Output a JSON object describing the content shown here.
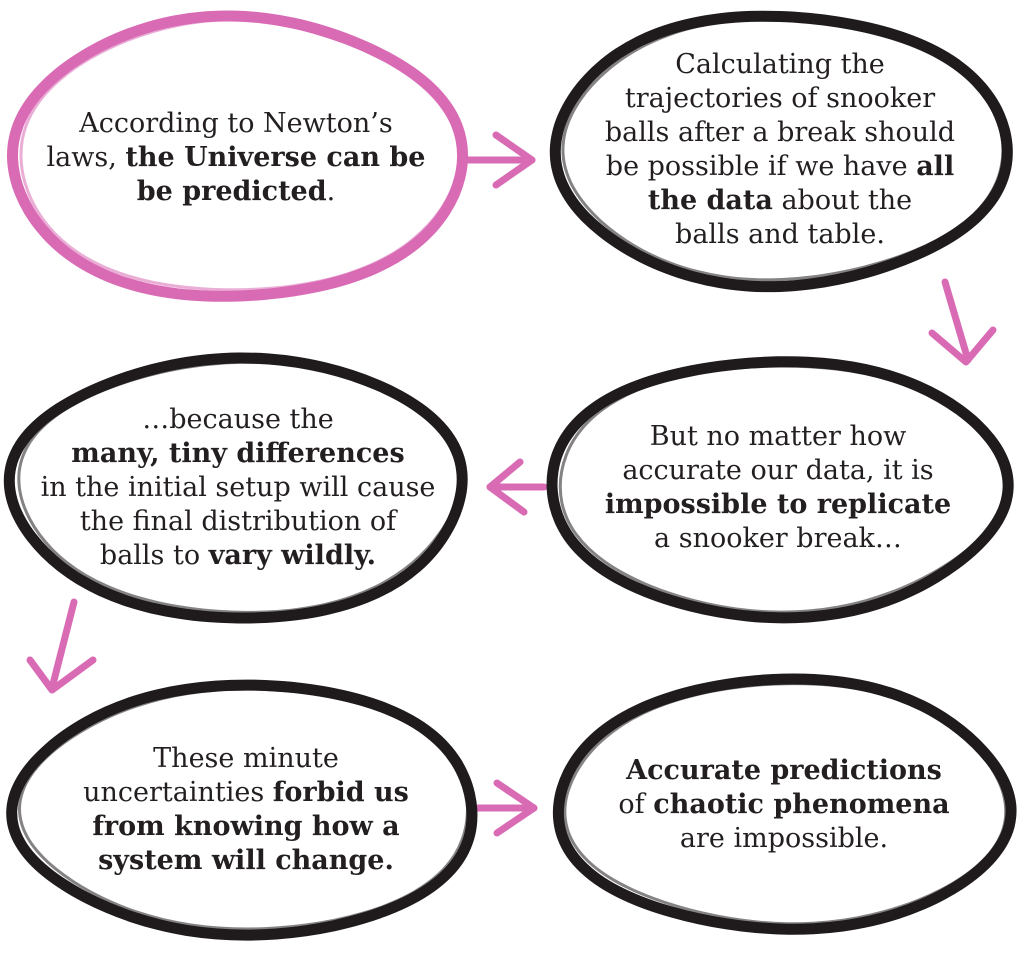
{
  "colors": {
    "accent": "#d96bb5",
    "outline": "#1f1b1c",
    "text": "#231f20",
    "background": "#ffffff"
  },
  "nodes": [
    {
      "id": "newton",
      "outline": "accent",
      "lines": [
        [
          {
            "t": "According to Newton’s",
            "b": false
          }
        ],
        [
          {
            "t": "laws, ",
            "b": false
          },
          {
            "t": "the Universe can be",
            "b": true
          }
        ],
        [
          {
            "t": "be predicted",
            "b": true
          },
          {
            "t": ".",
            "b": false
          }
        ]
      ]
    },
    {
      "id": "trajectories",
      "outline": "outline",
      "lines": [
        [
          {
            "t": "Calculating the",
            "b": false
          }
        ],
        [
          {
            "t": "trajectories of snooker",
            "b": false
          }
        ],
        [
          {
            "t": "balls after a break should",
            "b": false
          }
        ],
        [
          {
            "t": "be possible if we have ",
            "b": false
          },
          {
            "t": "all",
            "b": true
          }
        ],
        [
          {
            "t": "the data",
            "b": true
          },
          {
            "t": " about the",
            "b": false
          }
        ],
        [
          {
            "t": "balls and table.",
            "b": false
          }
        ]
      ]
    },
    {
      "id": "impossible-replicate",
      "outline": "outline",
      "lines": [
        [
          {
            "t": "But no matter how",
            "b": false
          }
        ],
        [
          {
            "t": "accurate our data, it is",
            "b": false
          }
        ],
        [
          {
            "t": "impossible to replicate",
            "b": true
          }
        ],
        [
          {
            "t": "a snooker break…",
            "b": false
          }
        ]
      ]
    },
    {
      "id": "tiny-differences",
      "outline": "outline",
      "lines": [
        [
          {
            "t": "…because the",
            "b": false
          }
        ],
        [
          {
            "t": "many, tiny differences",
            "b": true
          }
        ],
        [
          {
            "t": "in the initial setup will cause",
            "b": false
          }
        ],
        [
          {
            "t": "the final distribution of",
            "b": false
          }
        ],
        [
          {
            "t": "balls to ",
            "b": false
          },
          {
            "t": "vary wildly.",
            "b": true
          }
        ]
      ]
    },
    {
      "id": "uncertainties",
      "outline": "outline",
      "lines": [
        [
          {
            "t": "These minute",
            "b": false
          }
        ],
        [
          {
            "t": "uncertainties ",
            "b": false
          },
          {
            "t": "forbid us",
            "b": true
          }
        ],
        [
          {
            "t": "from knowing how a",
            "b": true
          }
        ],
        [
          {
            "t": "system will change.",
            "b": true
          }
        ]
      ]
    },
    {
      "id": "accurate-predictions",
      "outline": "outline",
      "lines": [
        [
          {
            "t": "Accurate predictions",
            "b": true
          }
        ],
        [
          {
            "t": "of ",
            "b": false
          },
          {
            "t": "chaotic phenomena",
            "b": true
          }
        ],
        [
          {
            "t": "are impossible.",
            "b": false
          }
        ]
      ]
    }
  ],
  "edges": [
    {
      "from": "newton",
      "to": "trajectories"
    },
    {
      "from": "trajectories",
      "to": "impossible-replicate"
    },
    {
      "from": "impossible-replicate",
      "to": "tiny-differences"
    },
    {
      "from": "tiny-differences",
      "to": "uncertainties"
    },
    {
      "from": "uncertainties",
      "to": "accurate-predictions"
    }
  ]
}
